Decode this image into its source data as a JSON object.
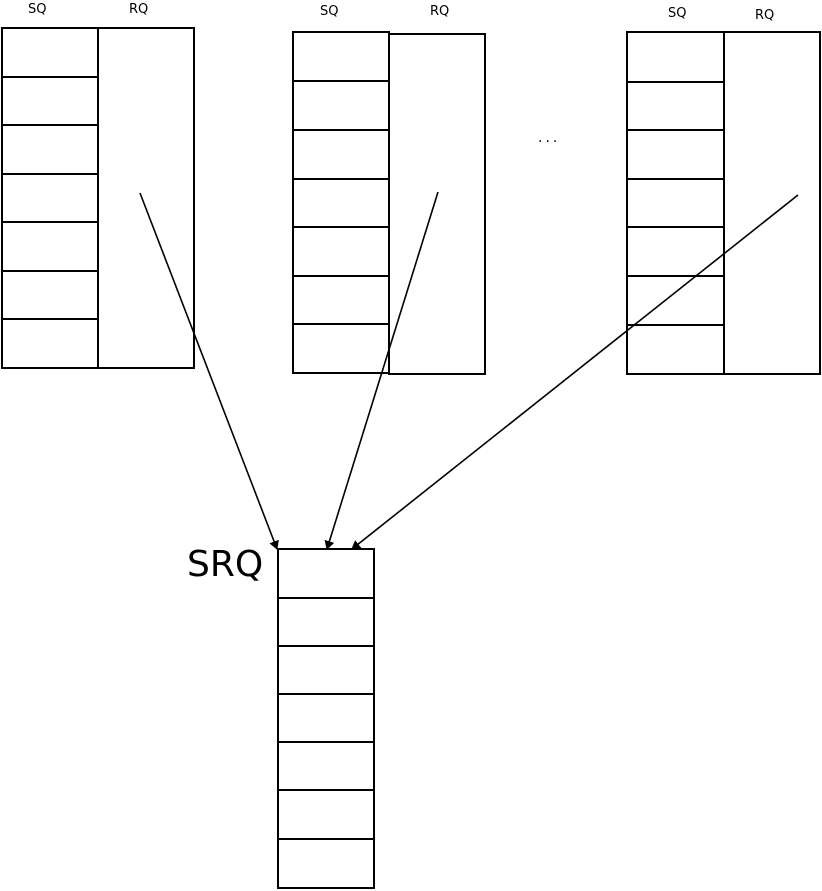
{
  "queue_pairs": [
    {
      "sq_label": "SQ",
      "rq_label": "RQ",
      "sq_slots": 7
    },
    {
      "sq_label": "SQ",
      "rq_label": "RQ",
      "sq_slots": 7
    },
    {
      "sq_label": "SQ",
      "rq_label": "RQ",
      "sq_slots": 7
    }
  ],
  "ellipsis": "...",
  "srq": {
    "label": "SRQ",
    "slots": 7
  }
}
